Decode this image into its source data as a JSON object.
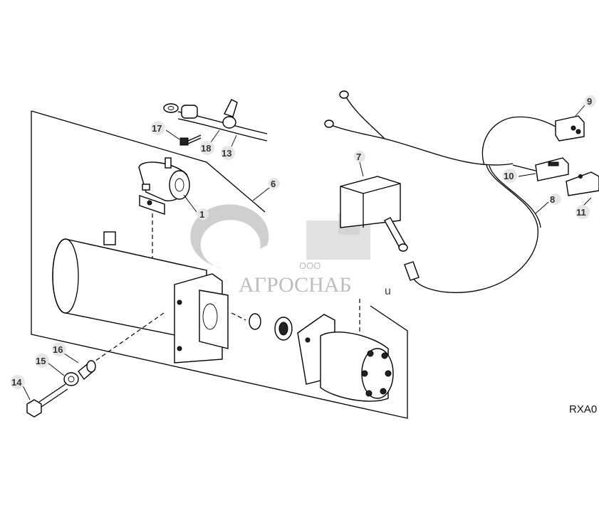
{
  "diagram": {
    "reference_code": "RXA0",
    "callouts": [
      "1",
      "6",
      "7",
      "8",
      "9",
      "10",
      "11",
      "13",
      "14",
      "15",
      "16",
      "17",
      "18"
    ],
    "watermark": {
      "prefix": "ООО",
      "name": "АГРОСНАБ",
      "suffix": "u"
    }
  },
  "colors": {
    "line": "#000000",
    "callout_bg": "#e6e6e6",
    "watermark": "#c8c8c8"
  }
}
